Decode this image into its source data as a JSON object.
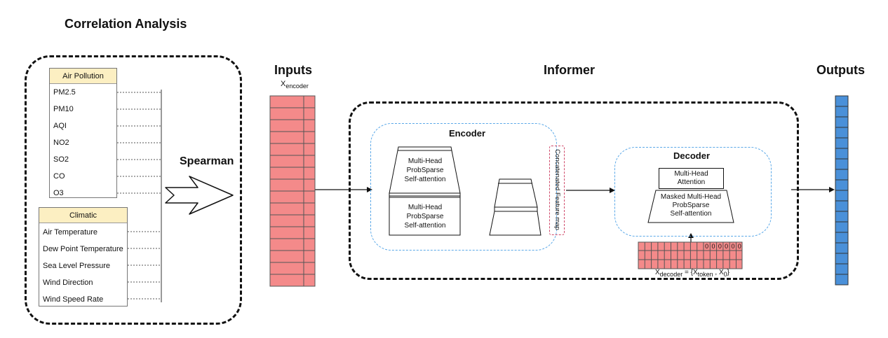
{
  "correlation": {
    "title": "Correlation Analysis",
    "air_pollution": {
      "header": "Air Pollution",
      "items": [
        "PM2.5",
        "PM10",
        "AQI",
        "NO2",
        "SO2",
        "CO",
        "O3"
      ]
    },
    "climatic": {
      "header": "Climatic",
      "items": [
        "Air Temperature",
        "Dew Point Temperature",
        "Sea Level Pressure",
        "Wind Direction",
        "Wind Speed Rate"
      ]
    },
    "method": "Spearman"
  },
  "inputs": {
    "title": "Inputs",
    "label_main": "X",
    "label_sub": "encoder",
    "color": "#f48a8a"
  },
  "informer": {
    "title": "Informer",
    "encoder": {
      "title": "Encoder",
      "block1_l1": "Multi-Head",
      "block1_l2": "ProbSparse",
      "block1_l3": "Self-attention",
      "block2_l1": "Multi-Head",
      "block2_l2": "ProbSparse",
      "block2_l3": "Self-attention"
    },
    "feature_map": "Concatenated Feature map",
    "decoder": {
      "title": "Decoder",
      "attn_l1": "Multi-Head",
      "attn_l2": "Attention",
      "masked_l1": "Masked Multi-Head",
      "masked_l2": "ProbSparse",
      "masked_l3": "Self-attention",
      "zeros": [
        "0",
        "0",
        "0",
        "0",
        "0",
        "0"
      ],
      "formula_x": "X",
      "formula_sub": "decoder",
      "formula_eq": " = {X",
      "formula_token": "token",
      "formula_mid": " , X",
      "formula_zero": "0",
      "formula_end": "}"
    }
  },
  "outputs": {
    "title": "Outputs",
    "color": "#4a90d9"
  }
}
